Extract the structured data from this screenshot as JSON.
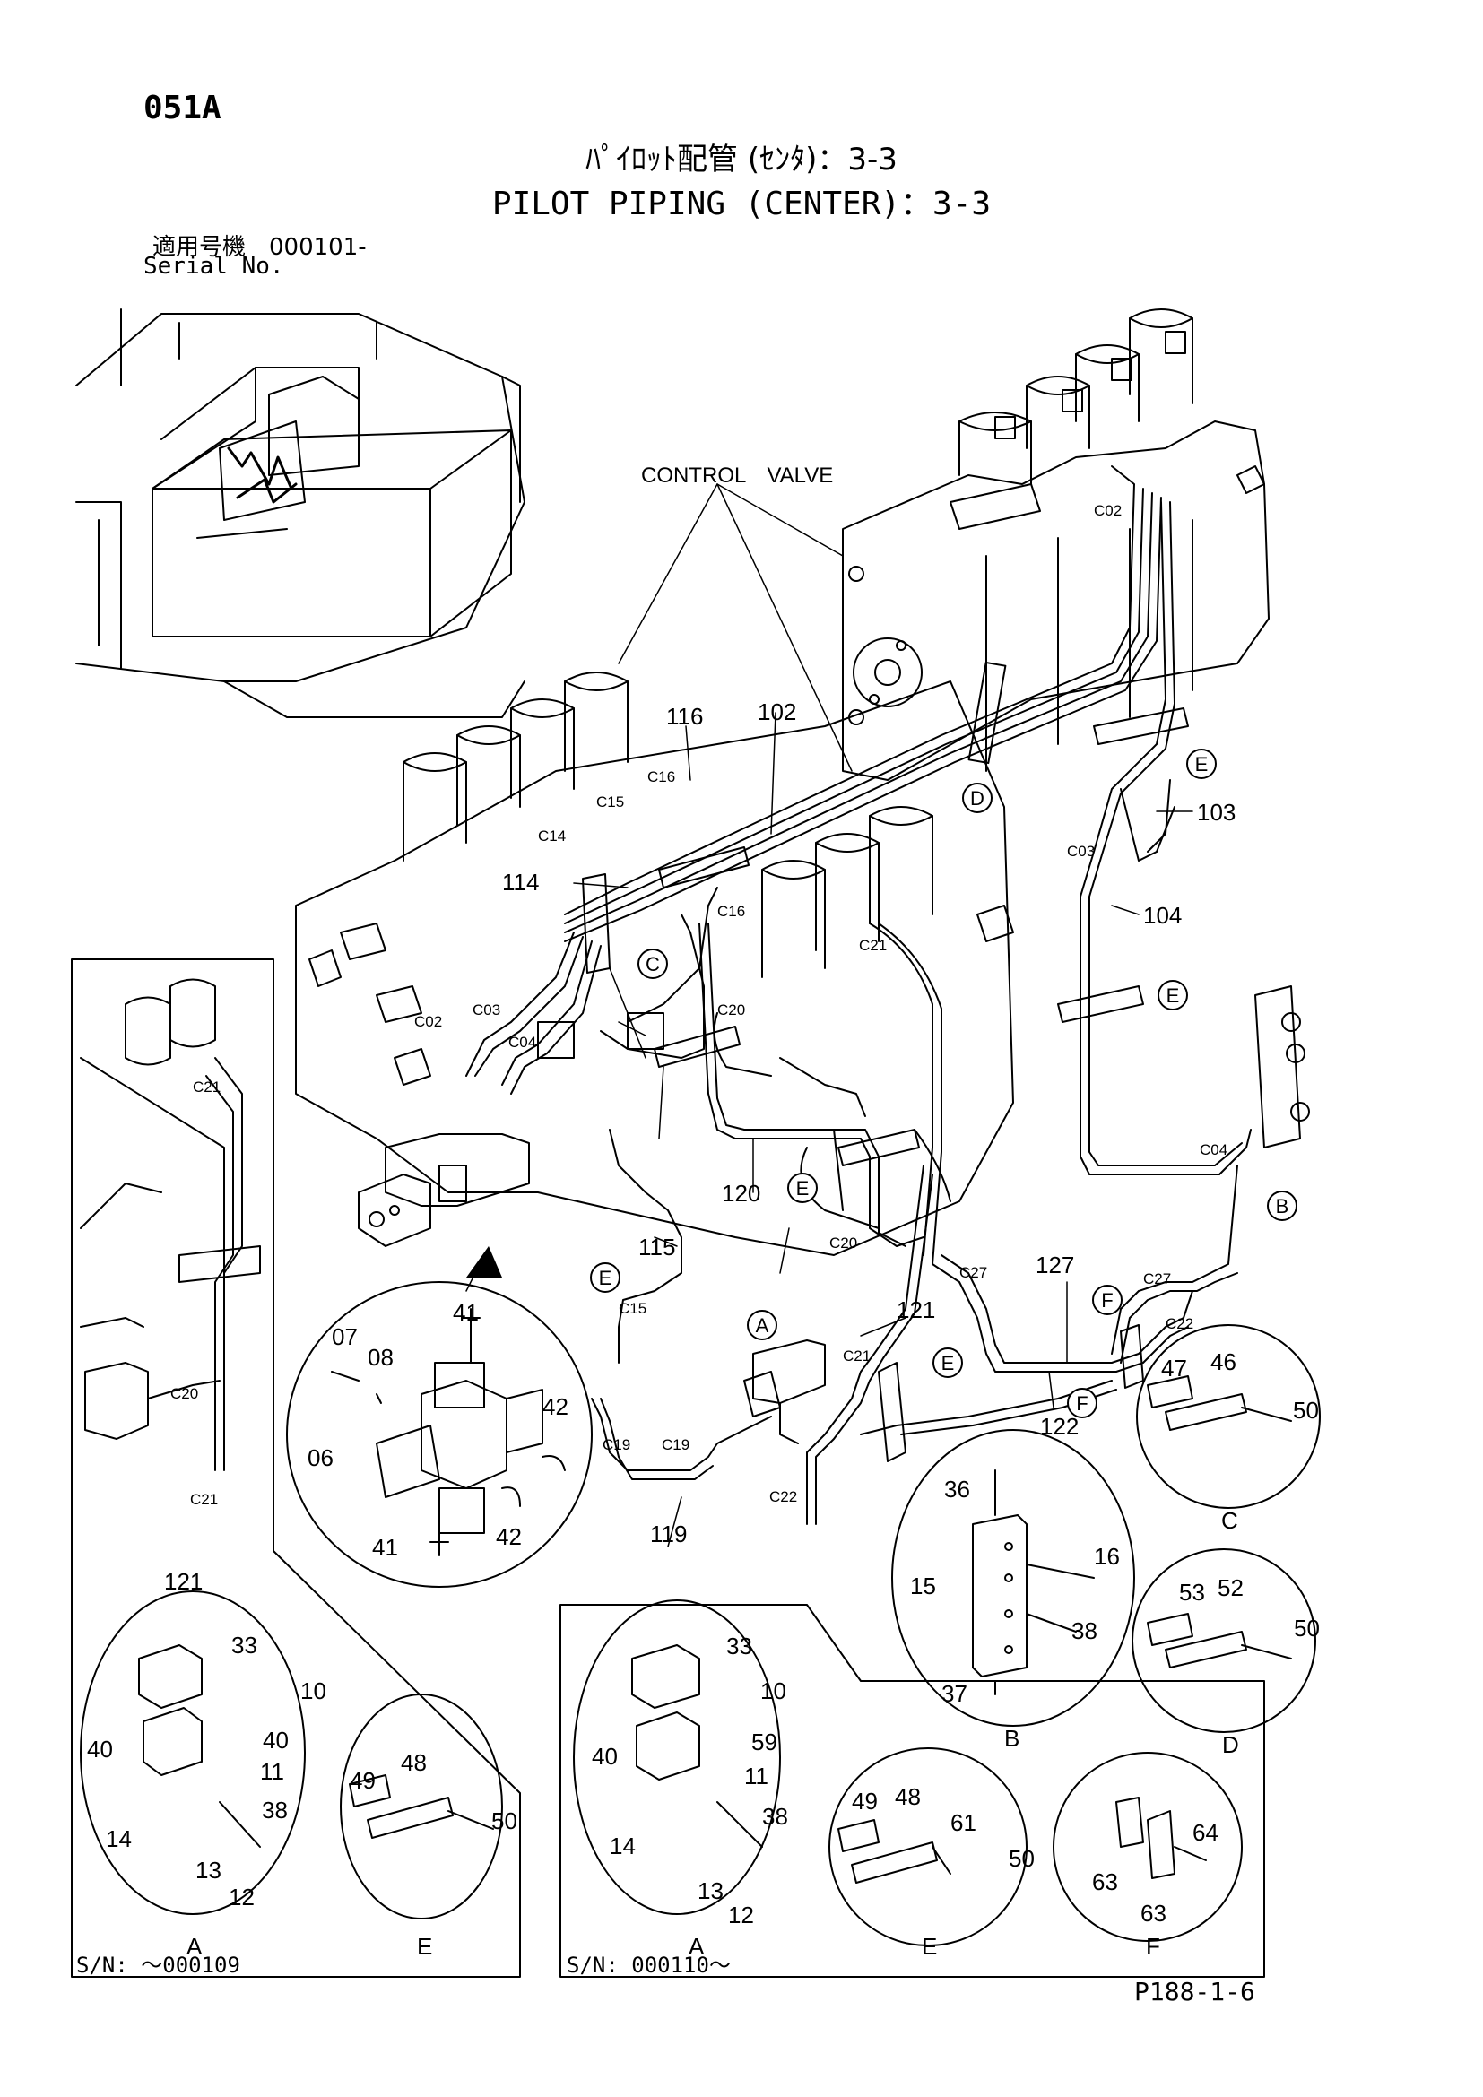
{
  "header": {
    "page_code": "051A",
    "title_jp": "ﾊﾟｲﾛｯﾄ配管 (ｾﾝﾀ)：3-3",
    "title_en": "PILOT PIPING (CENTER)：3-3",
    "serial_label_jp": "適用号機　000101-",
    "serial_label_en": "Serial No."
  },
  "callouts": {
    "control_valve": "CONTROL　VALVE",
    "p102": "102",
    "p103": "103",
    "p104": "104",
    "p114": "114",
    "p115": "115",
    "p116": "116",
    "p119": "119",
    "p120": "120",
    "p121": "121",
    "p121b": "121",
    "p122": "122",
    "p127": "127"
  },
  "connectors": {
    "c02a": "C02",
    "c02b": "C02",
    "c03a": "C03",
    "c03b": "C03",
    "c04a": "C04",
    "c04b": "C04",
    "c14": "C14",
    "c15a": "C15",
    "c15b": "C15",
    "c16a": "C16",
    "c16b": "C16",
    "c19a": "C19",
    "c19b": "C19",
    "c20a": "C20",
    "c20b": "C20",
    "c20c": "C20",
    "c21a": "C21",
    "c21b": "C21",
    "c21c": "C21",
    "c21d": "C21",
    "c22a": "C22",
    "c22b": "C22",
    "c27a": "C27",
    "c27b": "C27"
  },
  "view_letters": {
    "a_main": "A",
    "b_main": "B",
    "c_main": "C",
    "d_main": "D",
    "e1": "E",
    "e2": "E",
    "e3": "E",
    "e4": "E",
    "e5": "E",
    "f1": "F",
    "f2": "F"
  },
  "detail_main": {
    "p07": "07",
    "p08": "08",
    "p06": "06",
    "p41a": "41",
    "p41b": "41",
    "p42a": "42",
    "p42b": "42"
  },
  "detail_b": {
    "p36": "36",
    "p16": "16",
    "p15": "15",
    "p38": "38",
    "p37": "37",
    "caption": "B"
  },
  "detail_c": {
    "p47": "47",
    "p46": "46",
    "p50": "50",
    "caption": "C"
  },
  "detail_d": {
    "p53": "53",
    "p52": "52",
    "p50": "50",
    "caption": "D"
  },
  "inset_left": {
    "p33": "33",
    "p10": "10",
    "p40a": "40",
    "p40b": "40",
    "p11": "11",
    "p38": "38",
    "p14": "14",
    "p13": "13",
    "p12": "12",
    "caption_a": "A",
    "p49": "49",
    "p48": "48",
    "p50": "50",
    "caption_e": "E",
    "serial_range": "S/N: ～000109"
  },
  "inset_right": {
    "p33": "33",
    "p10": "10",
    "p59": "59",
    "p40": "40",
    "p11": "11",
    "p38": "38",
    "p14": "14",
    "p13": "13",
    "p12": "12",
    "caption_a": "A",
    "p49": "49",
    "p48": "48",
    "p61": "61",
    "p50": "50",
    "caption_e": "E",
    "p63a": "63",
    "p63b": "63",
    "p64": "64",
    "caption_f": "F",
    "serial_range": "S/N: 000110～"
  },
  "footer": {
    "page_ref": "P188-1-6"
  }
}
